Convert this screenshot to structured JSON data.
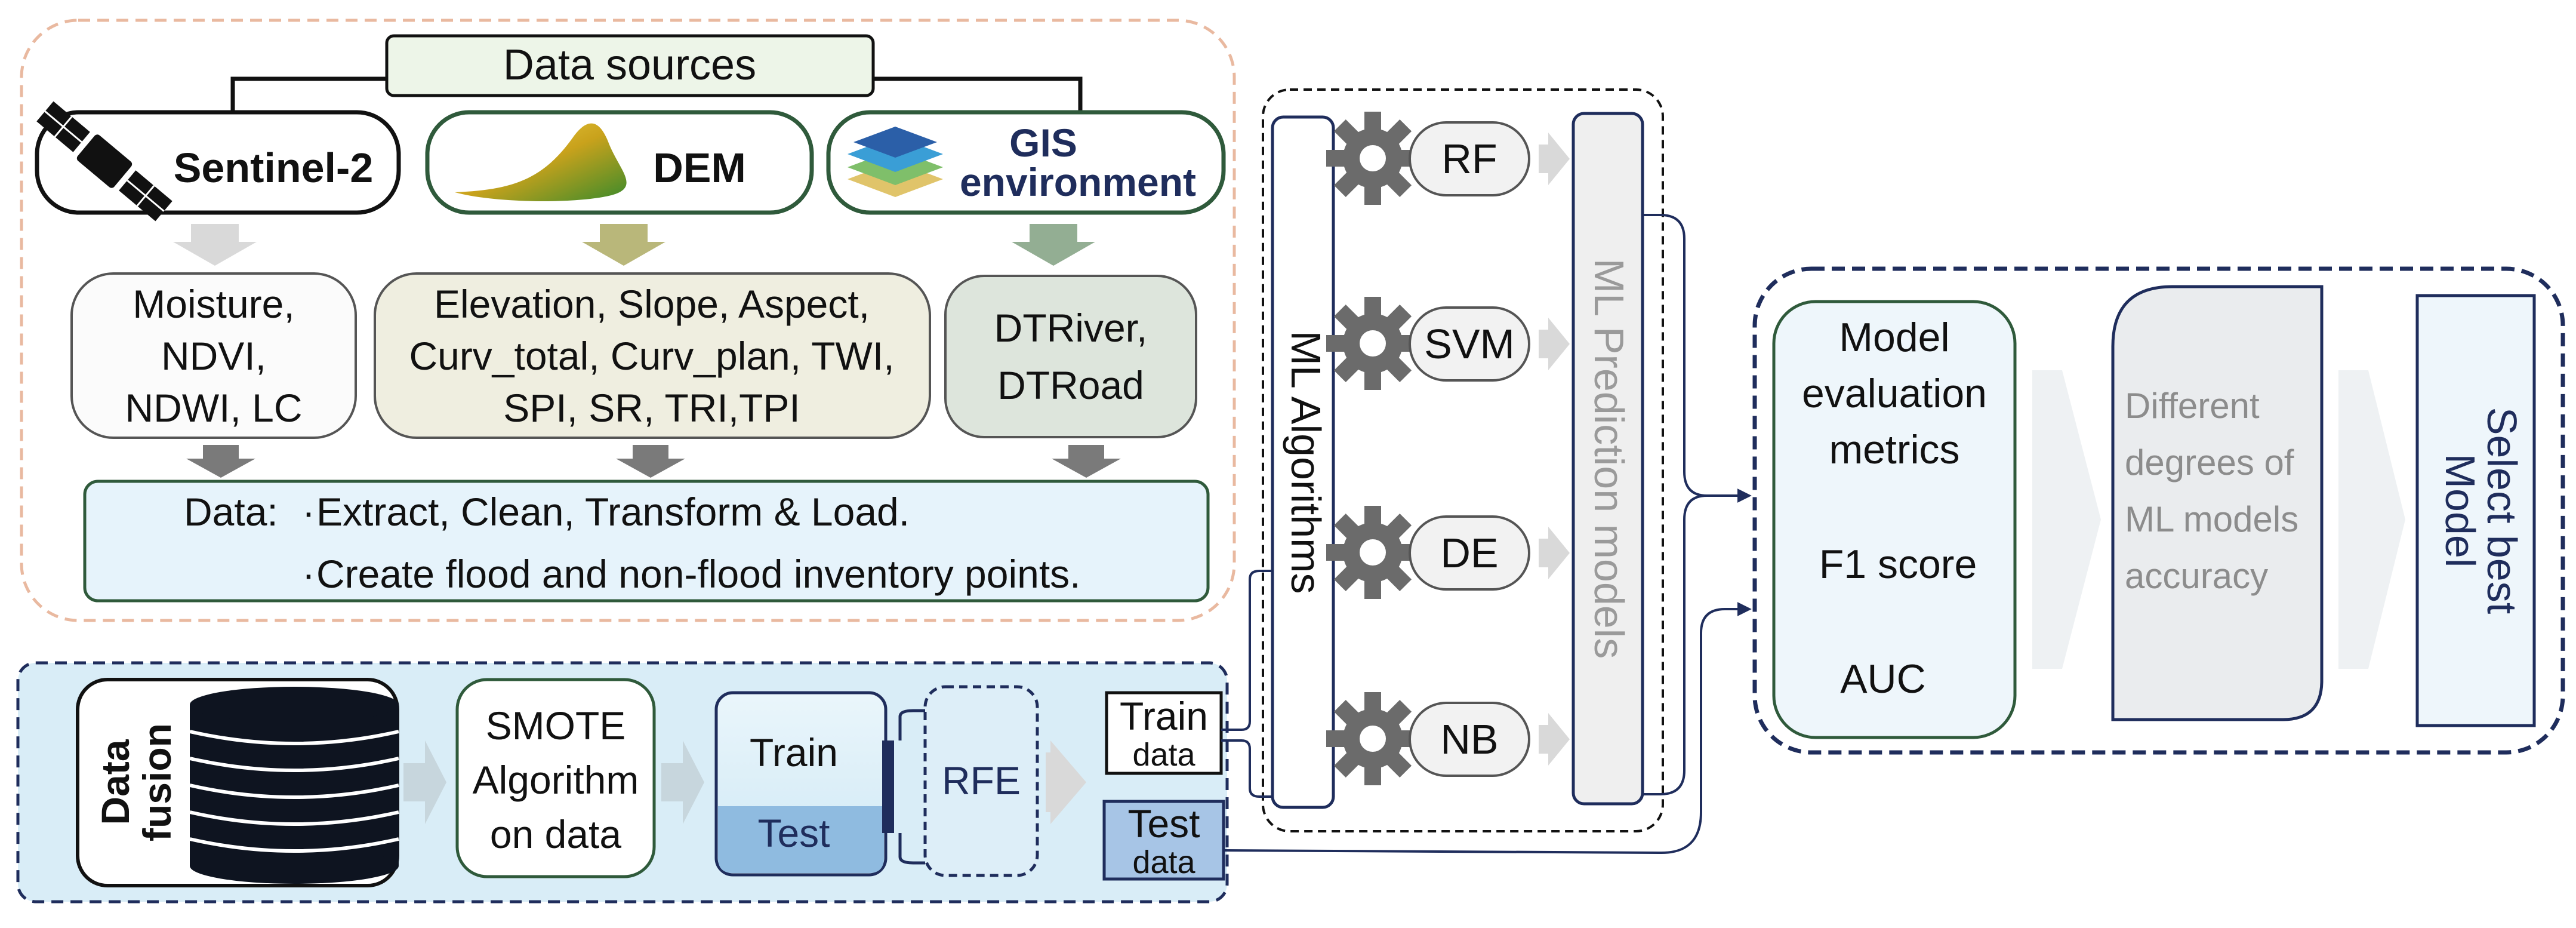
{
  "data_sources": {
    "title": "Data sources",
    "sentinel": "Sentinel-2",
    "dem": "DEM",
    "gis_line1": "GIS",
    "gis_line2": "environment"
  },
  "variables": {
    "sentinel": [
      "Moisture,",
      "NDVI,",
      "NDWI, LC"
    ],
    "dem": [
      "Elevation, Slope, Aspect,",
      "Curv_total, Curv_plan, TWI,",
      "SPI, SR, TRI,TPI"
    ],
    "gis": [
      "DTRiver,",
      "DTRoad"
    ]
  },
  "data_processing": {
    "prefix": "Data:",
    "step1": "Extract, Clean, Transform  & Load.",
    "step2": "Create flood and non-flood inventory points."
  },
  "pipeline": {
    "fusion_line1": "Data",
    "fusion_line2": "fusion",
    "smote": [
      "SMOTE",
      "Algorithm",
      "on data"
    ],
    "train": "Train",
    "test": "Test",
    "rfe": "RFE",
    "train_data": [
      "Train",
      "data"
    ],
    "test_data": [
      "Test",
      "data"
    ]
  },
  "ml": {
    "algorithms_label": "ML Algorithms",
    "prediction_label": "ML Prediction models",
    "models": [
      "RF",
      "SVM",
      "DE",
      "NB"
    ]
  },
  "evaluation": {
    "metrics_title": [
      "Model",
      "evaluation",
      "metrics"
    ],
    "metrics": [
      "F1 score",
      "AUC"
    ],
    "accuracy": [
      "Different",
      "degrees of",
      "ML models",
      "accuracy"
    ],
    "select": [
      "Select best",
      "Model"
    ]
  },
  "colors": {
    "navy": "#1f2d5c",
    "peach_border": "#e9b9a0",
    "light_blue_bg": "#d9edf7",
    "dark_green": "#2f5a3b"
  }
}
